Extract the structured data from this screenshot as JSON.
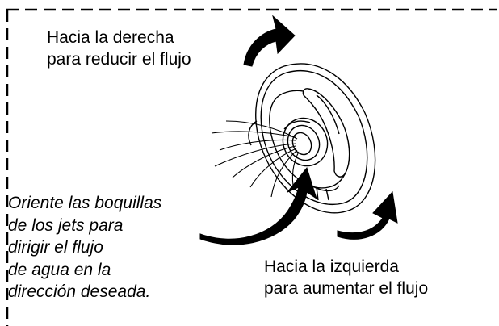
{
  "labels": {
    "clockwise": "Hacia la derecha\npara reducir el flujo",
    "counterclockwise": "Hacia la izquierda\npara aumentar el flujo",
    "instruction": "Oriente las boquillas\nde los jets para\ndirigir el flujo\nde agua en la\ndirección deseada."
  },
  "colors": {
    "ink": "#000000",
    "background": "#ffffff"
  }
}
